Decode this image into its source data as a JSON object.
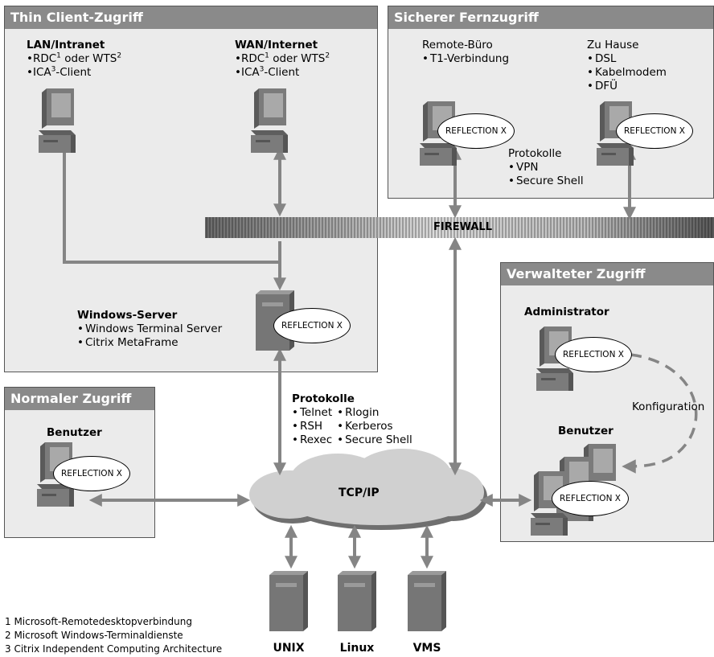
{
  "panels": {
    "thin_client": {
      "title": "Thin Client-Zugriff",
      "lan": {
        "heading": "LAN/Intranet",
        "item1_a": "RDC",
        "item1_sup": "1",
        "item1_b": " oder WTS",
        "item1_sup2": "2",
        "item2_a": "ICA",
        "item2_sup": "3",
        "item2_b": "-Client"
      },
      "wan": {
        "heading": "WAN/Internet",
        "item1_a": "RDC",
        "item1_sup": "1",
        "item1_b": " oder WTS",
        "item1_sup2": "2",
        "item2_a": "ICA",
        "item2_sup": "3",
        "item2_b": "-Client"
      },
      "server_heading": "Windows-Server",
      "server_items": [
        "Windows Terminal Server",
        "Citrix MetaFrame"
      ]
    },
    "secure_remote": {
      "title": "Sicherer Fernzugriff",
      "remote_office": {
        "heading": "Remote-Büro",
        "items": [
          "T1-Verbindung"
        ]
      },
      "home": {
        "heading": "Zu Hause",
        "items": [
          "DSL",
          "Kabelmodem",
          "DFÜ"
        ]
      },
      "protocols_heading": "Protokolle",
      "protocols": [
        "VPN",
        "Secure Shell"
      ]
    },
    "managed": {
      "title": "Verwalteter Zugriff",
      "admin_label": "Administrator",
      "config_label": "Konfiguration",
      "users_label": "Benutzer"
    },
    "normal": {
      "title": "Normaler Zugriff",
      "user_label": "Benutzer"
    }
  },
  "firewall_label": "FIREWALL",
  "center_protocols": {
    "heading": "Protokolle",
    "col1": [
      "Telnet",
      "RSH",
      "Rexec"
    ],
    "col2": [
      "Rlogin",
      "Kerberos",
      "Secure Shell"
    ]
  },
  "network_label": "TCP/IP",
  "reflection_label": "REFLECTION X",
  "servers": [
    "UNIX",
    "Linux",
    "VMS"
  ],
  "footnotes": [
    "1 Microsoft-Remotedesktopverbindung",
    "2 Microsoft Windows-Terminaldienste",
    "3 Citrix Independent Computing Architecture"
  ],
  "colors": {
    "panel_bg": "#ebebeb",
    "header_bg": "#8a8a8a",
    "device": "#777777",
    "screen": "#a0a0a0",
    "arrow": "#858585",
    "cloud": "#cfcfcf"
  }
}
